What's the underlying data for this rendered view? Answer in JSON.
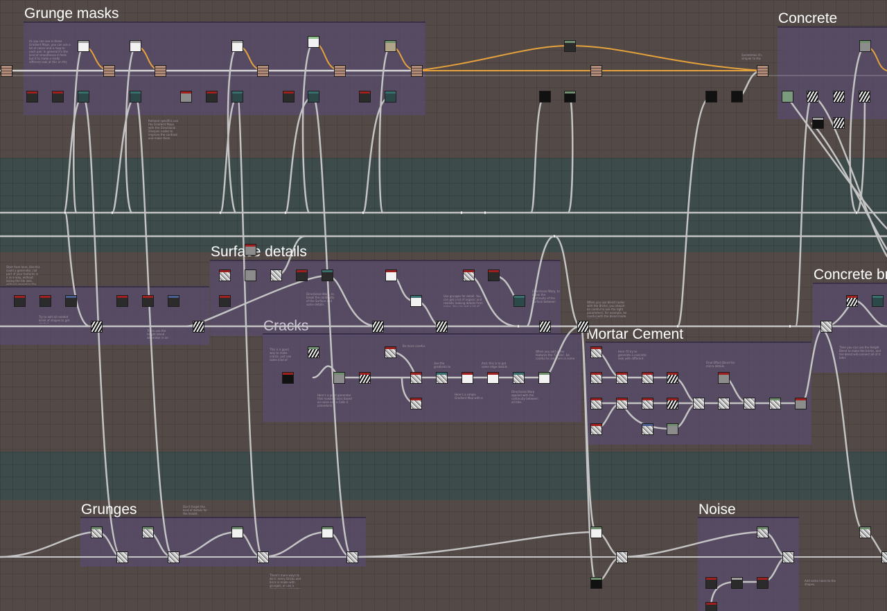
{
  "graph": {
    "frames": [
      {
        "id": "grunge-masks",
        "title": "Grunge masks"
      },
      {
        "id": "concrete",
        "title": "Concrete"
      },
      {
        "id": "surface-details",
        "title": "Surface details"
      },
      {
        "id": "cracks",
        "title": "Cracks"
      },
      {
        "id": "mortar-cement",
        "title": "Mortar Cement"
      },
      {
        "id": "concrete-bricks",
        "title": "Concrete bricks"
      },
      {
        "id": "grunges",
        "title": "Grunges"
      },
      {
        "id": "noise",
        "title": "Noise"
      }
    ],
    "comments": [
      "As you can see in these Gradient Maps, you can use a lot of colors and a map to each pair. In general it's the kind of smoothness it feels but it to make a really different look at this on the sides of the tiles in general. This is still about your conclusion.",
      "Remove specifics use the Gradient Maps, with the Directional Sharpen nodes to improve the contrast and make them cleaner. Look into this here.",
      "Start from here, like this could a generator, not part of your textures in a nice way, without losing the tile look, without repeating the pattern.",
      "Try to add all needed kinds of shapes to get started.",
      "Try to use the height blend generator in an easy way.",
      "Directional Warp, to break the continuity of the Surface and some details.",
      "Use grunges for detail. You can get a lot of organic and realistic looking details from noise. You can get a lot of grunges from the Substance Source.",
      "Directional Warp, to break the continuity of the Surface between the tiles.",
      "When you use blend nodes with the Bricks, you should be careful to use the right parameters; for example, be careful with the blend mode of the Bricks.",
      "This is a good way to make cracks, just use some kind of Gradient Map.",
      "Here's a good generator that makes cracks based on noise and a Cells 4 procedural.",
      "Be more careful.",
      "Use the gradients to control the effect.",
      "And, this is to get some edge details.",
      "When you add some features the 'Cracks', be careful to use them in some places.",
      "Here's a simple Gradient Map with a generator and add some warp.",
      "Directional Warp applied with the continuity between all tiles.",
      "Here I'll try to generate a concrete look with different patterns.",
      "Final Effect Blend for micro details.",
      "Sometimes it's simpler to the structure of the bricks.",
      "Then you can use the Height Blend to make the bricks, and the blend will connect all of it later.",
      "Don't forget the kind of details for the height.",
      "There's more ways to do it: every Bricks and brick is made with grunges, or use a single noise and some other ways.",
      "Add some noise to the shapes."
    ]
  }
}
